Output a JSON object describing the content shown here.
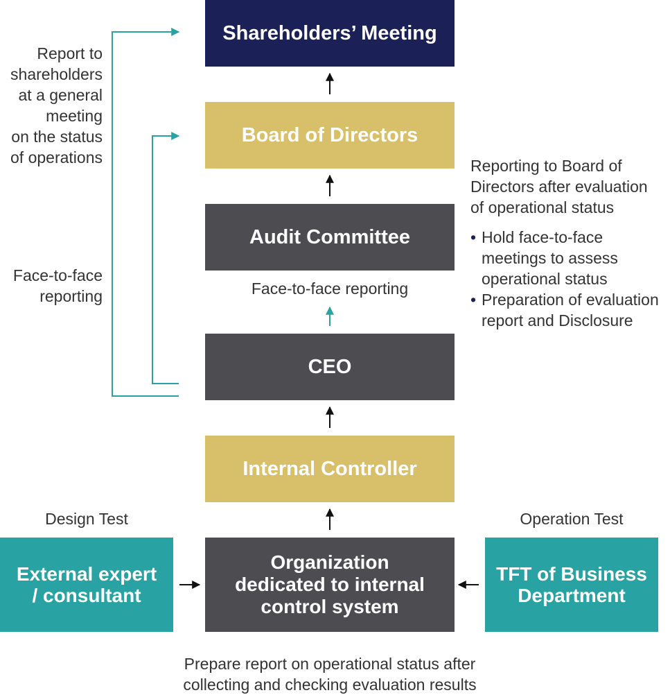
{
  "boxes": {
    "shareholders": "Shareholders’ Meeting",
    "board": "Board of Directors",
    "audit": "Audit Committee",
    "ceo": "CEO",
    "internal_controller": "Internal Controller",
    "organization": [
      "Organization",
      "dedicated to internal",
      "control system"
    ],
    "external": [
      "External expert",
      "/ consultant"
    ],
    "tft": [
      "TFT of Business",
      "Department"
    ]
  },
  "labels": {
    "report_shareholders": [
      "Report to",
      "shareholders",
      "at a general",
      "meeting",
      "on the status",
      "of operations"
    ],
    "face_to_face_left": [
      "Face-to-face",
      "reporting"
    ],
    "face_to_face_center": "Face-to-face reporting",
    "design_test": "Design Test",
    "operation_test": "Operation Test",
    "prepare_report": [
      "Prepare report on operational status after",
      "collecting and checking evaluation results"
    ],
    "board_reporting": [
      "Reporting to Board of",
      "Directors after evaluation",
      "of operational status"
    ],
    "bullets": [
      [
        "Hold face-to-face",
        "meetings to assess",
        "operational status"
      ],
      [
        "Preparation of evaluation",
        "report and Disclosure"
      ]
    ]
  },
  "colors": {
    "navy": "#1b2157",
    "gold": "#d8bf6a",
    "dark": "#4d4d51",
    "teal": "#29a2a4",
    "connector": "#29a2a4"
  }
}
